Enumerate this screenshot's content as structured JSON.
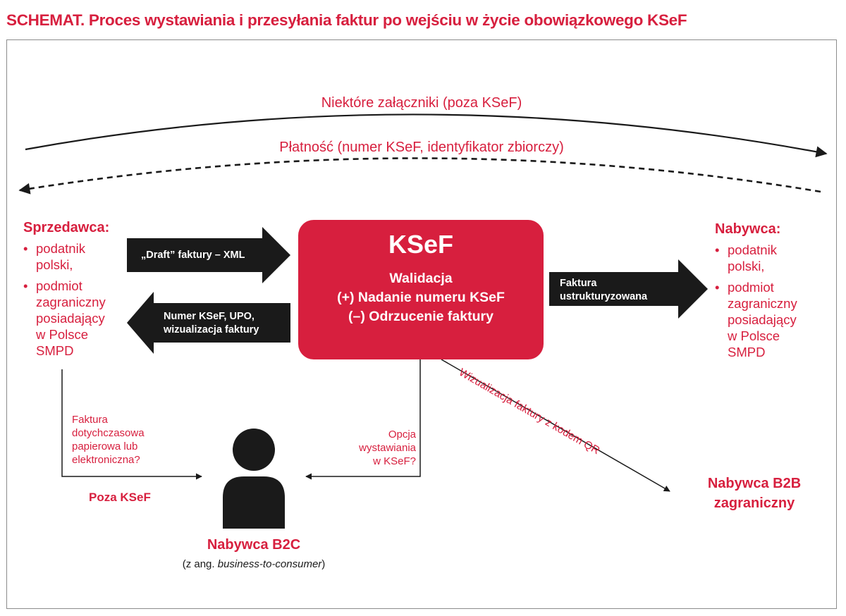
{
  "title": "SCHEMAT. Proces wystawiania i przesyłania faktur po wejściu w życie obowiązkowego KSeF",
  "arcs": {
    "top_label": "Niektóre załączniki (poza KSeF)",
    "bottom_label": "Płatność (numer KSeF, identyfikator zbiorczy)"
  },
  "seller": {
    "title": "Sprzedawca:",
    "bullet_char": "•",
    "items": [
      [
        "podatnik",
        "polski,"
      ],
      [
        "podmiot",
        "zagraniczny",
        "posiadający",
        "w Polsce",
        "SMPD"
      ]
    ]
  },
  "buyer": {
    "title": "Nabywca:",
    "bullet_char": "•",
    "items": [
      [
        "podatnik",
        "polski,"
      ],
      [
        "podmiot",
        "zagraniczny",
        "posiadający",
        "w Polsce",
        "SMPD"
      ]
    ]
  },
  "ksef": {
    "title": "KSeF",
    "lines": [
      "Walidacja",
      "(+) Nadanie numeru KSeF",
      "(–) Odrzucenie faktury"
    ]
  },
  "arrows": {
    "draft": "„Draft” faktury – XML",
    "return": [
      "Numer KSeF, UPO,",
      "wizualizacja faktury"
    ],
    "structured": [
      "Faktura",
      "ustrukturyzowana"
    ]
  },
  "flows": {
    "legacy_question": [
      "Faktura",
      "dotychczasowa",
      "papierowa lub",
      "elektroniczna?"
    ],
    "outside_ksef": "Poza KSeF",
    "option_question": [
      "Opcja",
      "wystawiania",
      "w KSeF?"
    ],
    "qr_label": "Wizualizacja faktury z kodem QR"
  },
  "b2c": {
    "title": "Nabywca B2C",
    "sub_prefix": "(z ang. ",
    "sub_italic": "business-to-consumer",
    "sub_suffix": ")"
  },
  "b2b": {
    "lines": [
      "Nabywca B2B",
      "zagraniczny"
    ]
  },
  "colors": {
    "accent": "#d71f3e",
    "dark": "#1a1a1a",
    "frame": "#8c8c8c"
  }
}
